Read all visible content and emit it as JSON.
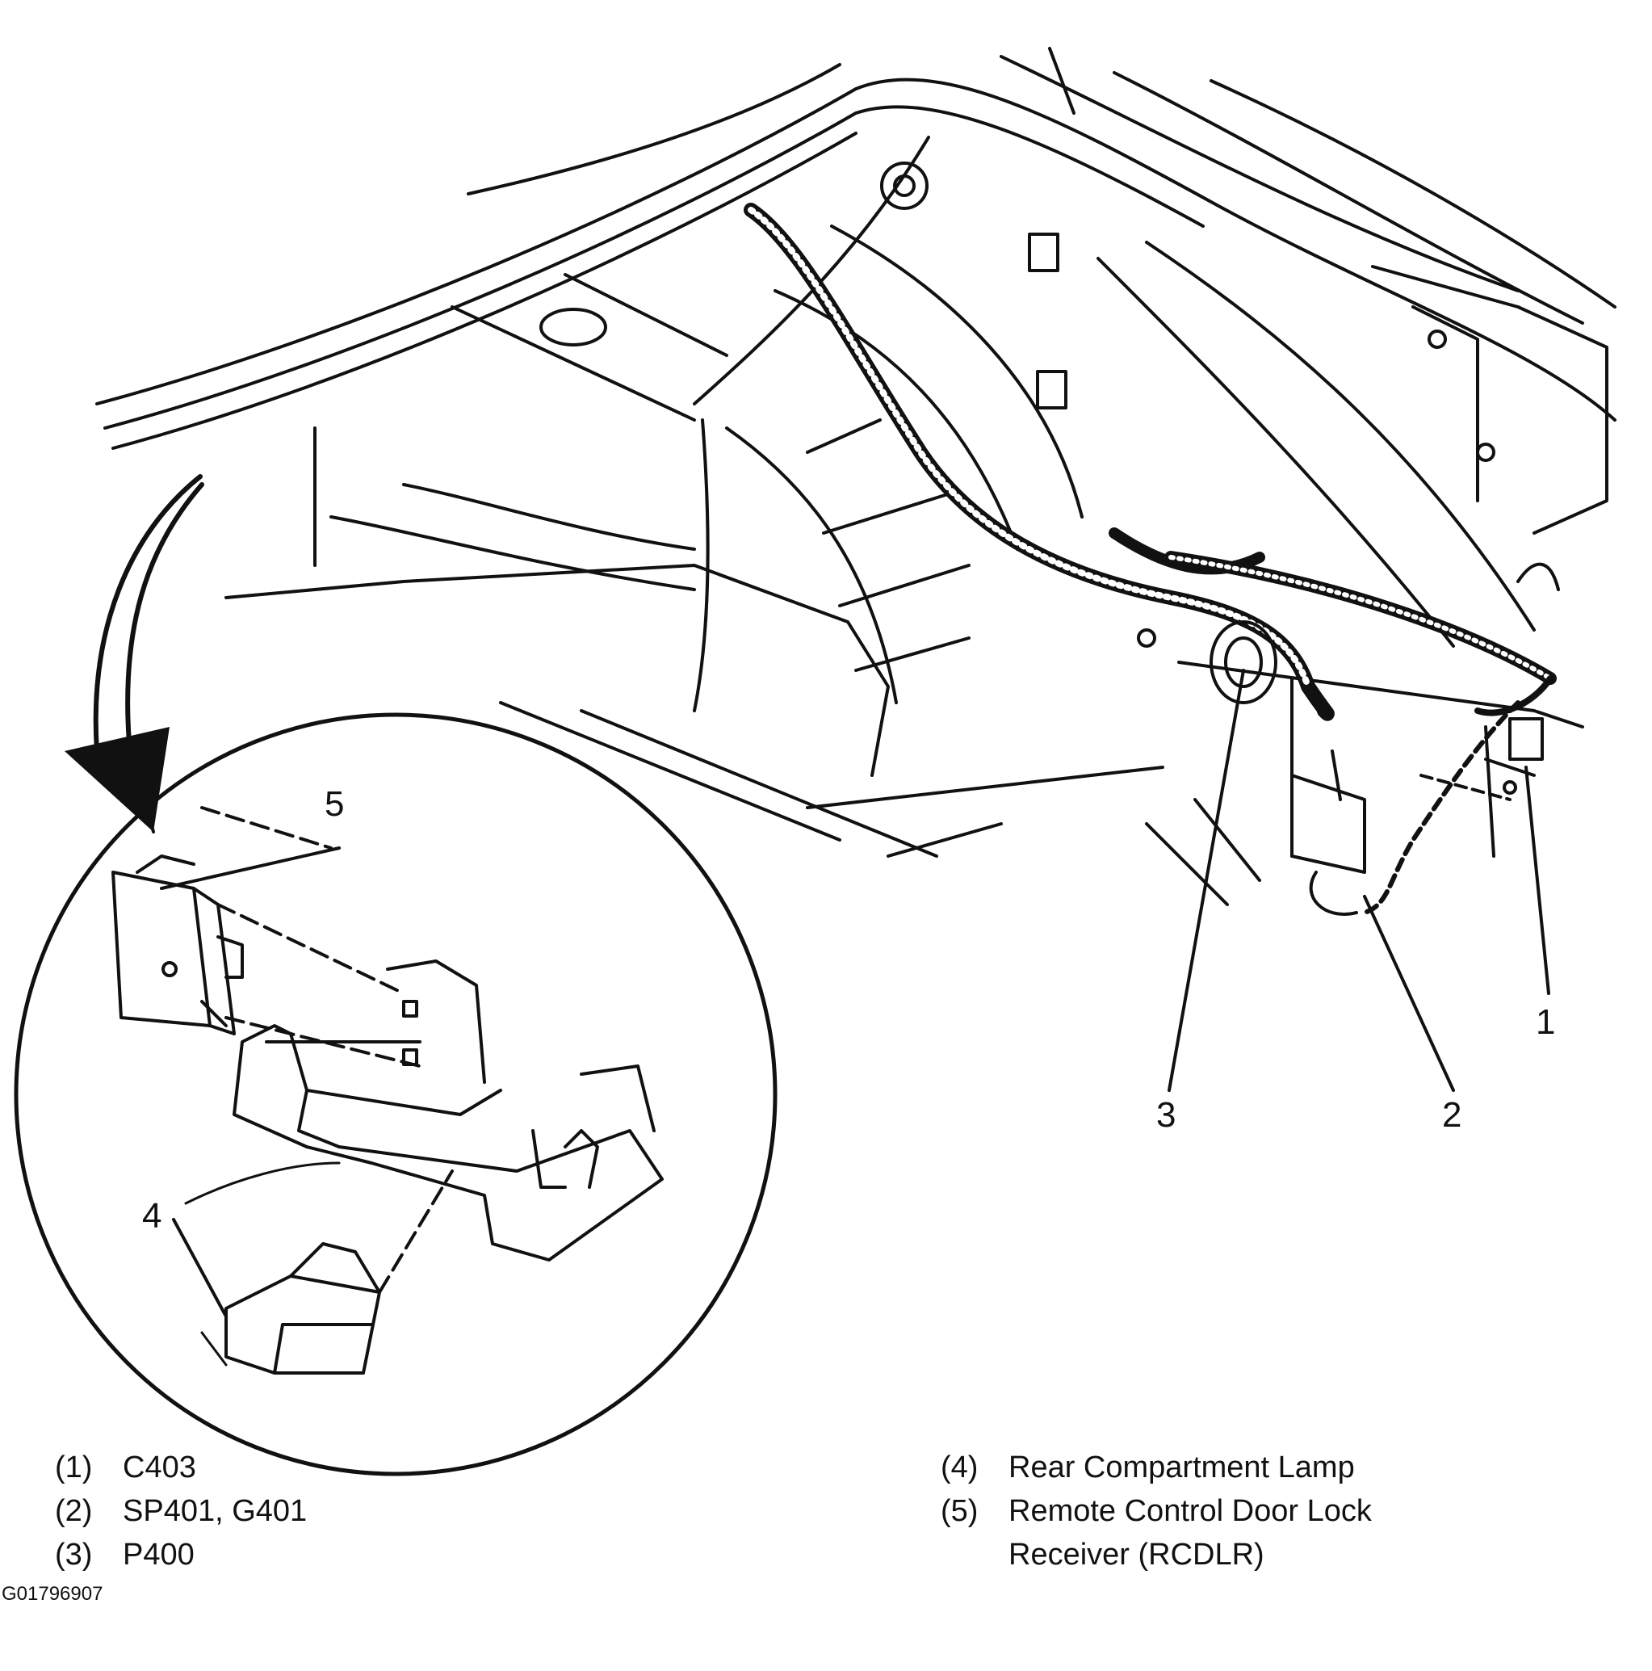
{
  "callouts": {
    "c1": "1",
    "c2": "2",
    "c3": "3",
    "c4": "4",
    "c5": "5"
  },
  "legend": {
    "left": [
      {
        "num": "(1)",
        "text": "C403"
      },
      {
        "num": "(2)",
        "text": "SP401, G401"
      },
      {
        "num": "(3)",
        "text": "P400"
      }
    ],
    "right": [
      {
        "num": "(4)",
        "text": "Rear Compartment Lamp"
      },
      {
        "num": "(5)",
        "text": "Remote Control Door Lock\nReceiver (RCDLR)"
      }
    ]
  },
  "figure_id": "G01796907"
}
